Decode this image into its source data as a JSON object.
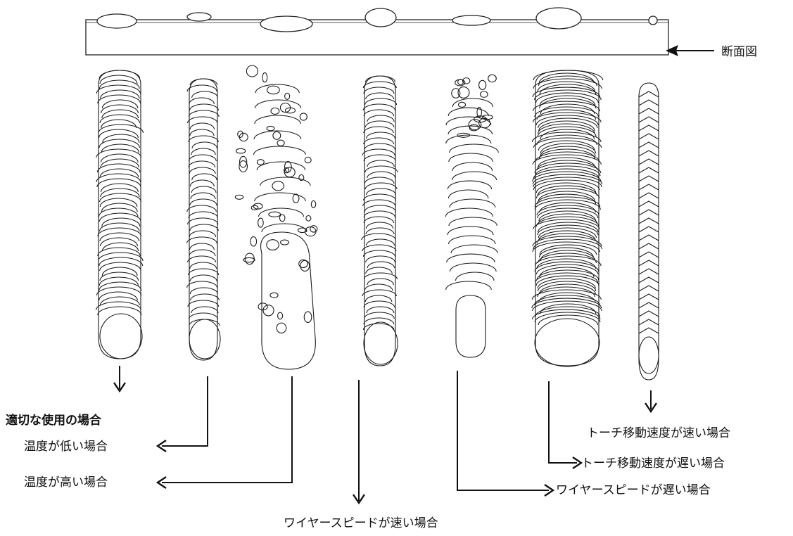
{
  "labels": {
    "cross_section": "断面図",
    "proper_use": "適切な使用の場合",
    "temp_low": "温度が低い場合",
    "temp_high": "温度が高い場合",
    "wire_speed_fast": "ワイヤースピードが速い場合",
    "wire_speed_slow": "ワイヤースピードが遅い場合",
    "torch_slow": "トーチ移動速度が遅い場合",
    "torch_fast": "トーチ移動速度が速い場合"
  },
  "colors": {
    "ink": "#111111",
    "background": "#ffffff"
  }
}
